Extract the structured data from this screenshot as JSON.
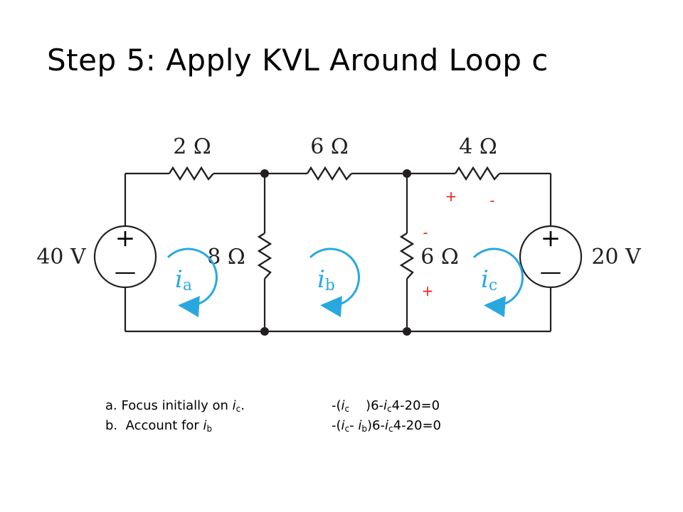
{
  "title": "Step 5: Apply KVL Around Loop c",
  "circuit": {
    "resistors": {
      "r_top_left": "2 Ω",
      "r_top_mid": "6 Ω",
      "r_top_right": "4 Ω",
      "r_mid_left": "8 Ω",
      "r_mid_right": "6 Ω"
    },
    "sources": {
      "left": "40 V",
      "right": "20 V",
      "plus": "+",
      "minus": "—"
    },
    "mesh_currents": [
      {
        "symbol": "i",
        "sub": "a"
      },
      {
        "symbol": "i",
        "sub": "b"
      },
      {
        "symbol": "i",
        "sub": "c"
      }
    ],
    "polarity": {
      "plus": "+",
      "minus": "-"
    },
    "colors": {
      "wire": "#231f20",
      "arrow": "#29a8e0",
      "polarity": "#e8251f"
    }
  },
  "notes": {
    "a": {
      "label": "a.",
      "text": " Focus initially on ",
      "i": "i",
      "sub": "c",
      "suffix": ".",
      "eq": {
        "p1": "-(",
        "i1": "i",
        "s1": "c",
        "gap": "    ",
        "p2": ")6-",
        "i2": "i",
        "s2": "c",
        "p3": "4-20=0"
      }
    },
    "b": {
      "label": "b.",
      "text": "  Account for ",
      "i": "i",
      "sub": "b",
      "eq": {
        "p1": "-(",
        "i1": "i",
        "s1": "c",
        "mid": "- ",
        "i2": "i",
        "s2": "b",
        "p2": ")6-",
        "i3": "i",
        "s3": "c",
        "p3": "4-20=0"
      }
    }
  }
}
